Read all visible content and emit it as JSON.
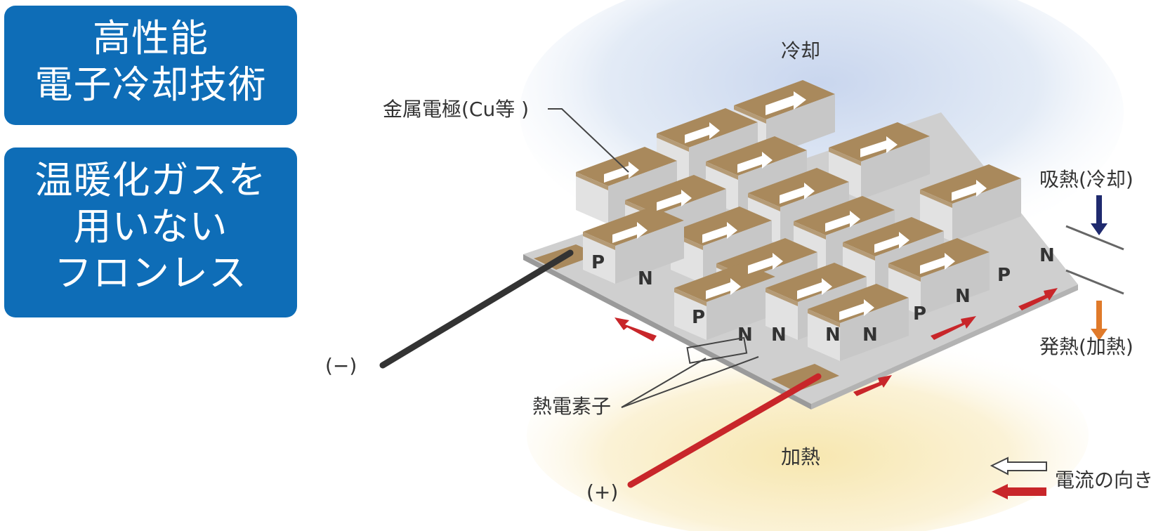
{
  "left_panel": {
    "box1_lines": [
      "高性能",
      "電子冷却技術"
    ],
    "box2_lines": [
      "温暖化ガスを",
      "用いない",
      "フロンレス"
    ]
  },
  "diagram": {
    "cooling_label": "冷却",
    "heating_label": "加熱",
    "electrode_label": "金属電極(Cu等 )",
    "element_label": "熱電素子",
    "absorb_label": "吸熱(冷却)",
    "emit_label": "発熱(加熱)",
    "negative_label": "(−)",
    "positive_label": "(+)",
    "current_label": "電流の向き",
    "front_letters_left": [
      "P",
      "N"
    ],
    "front_letters_mid": [
      "P",
      "N",
      "N"
    ],
    "front_letters_right": [
      "N",
      "N",
      "P",
      "N",
      "P",
      "N"
    ]
  },
  "colors": {
    "panel_blue": "#0e6db7",
    "electrode_brown": "#a88a5e",
    "wire_red": "#c8262a",
    "wire_black": "#333333",
    "absorb_arrow": "#1f2a6e",
    "emit_arrow": "#e07a2a"
  }
}
